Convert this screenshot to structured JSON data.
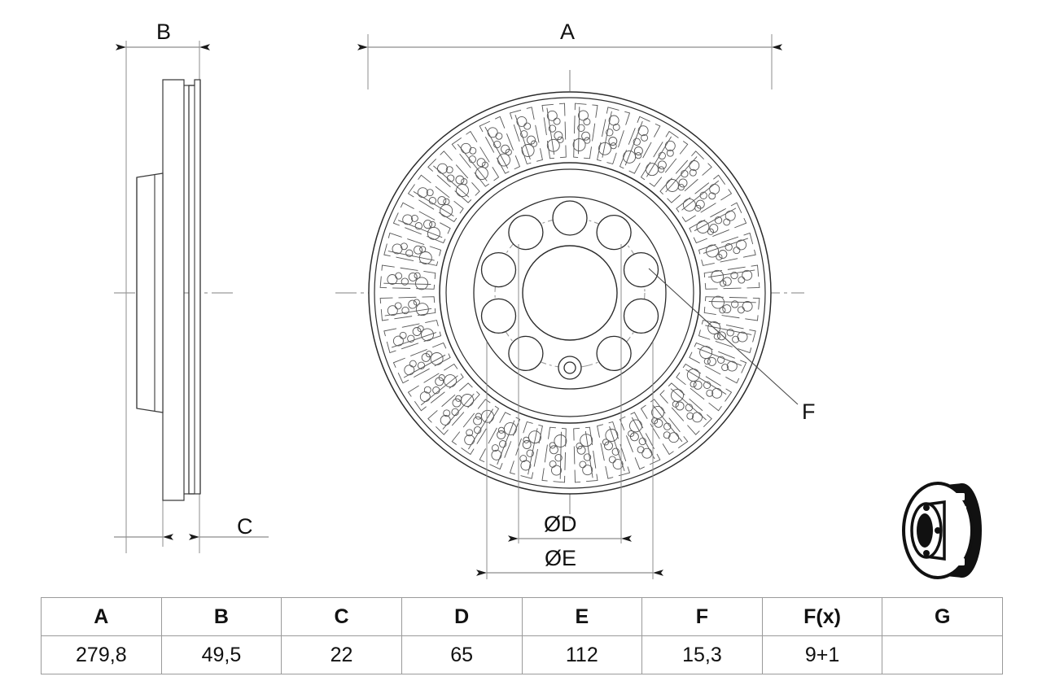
{
  "drawing": {
    "title": "Brake disc technical drawing",
    "views": {
      "side_view": {
        "name": "side-section-view"
      },
      "front_view": {
        "name": "front-view"
      },
      "thumbnail": {
        "name": "isometric-thumbnail"
      }
    },
    "dimension_labels": {
      "A": "A",
      "B": "B",
      "C": "C",
      "F": "F",
      "D": "ØD",
      "E": "ØE"
    },
    "colors": {
      "line": "#1a1a1a",
      "thin_line": "#555555",
      "dimension_line": "#8c8c8c",
      "center_line": "#9a9a9a",
      "background": "#ffffff"
    }
  },
  "table": {
    "headers": [
      "A",
      "B",
      "C",
      "D",
      "E",
      "F",
      "F(x)",
      "G"
    ],
    "values": [
      "279,8",
      "49,5",
      "22",
      "65",
      "112",
      "15,3",
      "9+1",
      ""
    ]
  }
}
